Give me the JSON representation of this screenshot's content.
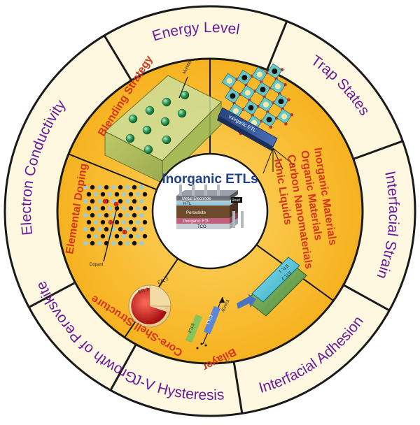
{
  "center": {
    "title": "Inorganic ETLs",
    "device_layers": [
      "Metal Electrode",
      "HTL",
      "Perovskite",
      "Inorganic ETL",
      "TCO"
    ],
    "device_callout": "Read"
  },
  "outer_ring": [
    "Energy Level",
    "Trap States",
    "Interfacial Strain",
    "Interfacial Adhesion",
    "J-V Hysteresis",
    "Growth of Perovskite",
    "Electron Conductivity"
  ],
  "sectors": {
    "blending": {
      "label": "Blending Strategy",
      "callout": "Modifier"
    },
    "doping": {
      "label": "Elemental Doping",
      "callout": "Dopant"
    },
    "materials": {
      "substrate_label": "Inorganic ETL",
      "items": [
        "Inorganic Materials",
        "Organic Materials",
        "Carbon Nanomaterials",
        "Ionic Liquids"
      ]
    },
    "bilayer": {
      "label": "Bilayer",
      "etl1": "ETL 1",
      "etl2": "ETL 2",
      "energy": "Energy",
      "bars": [
        "ETL1",
        "ETL2"
      ]
    },
    "coreshell": {
      "label": "Core-Shell Structure",
      "etl1": "ETL 1",
      "etl2": "ETL 2"
    }
  },
  "colors": {
    "ring_fill": "#fff8e1",
    "ring_stroke": "#1a1a1a",
    "inner_fill": "#fcc63c",
    "outer_text": "#6a1b9a",
    "sector_text": "#d4341a",
    "title_text": "#1f3f8a"
  }
}
